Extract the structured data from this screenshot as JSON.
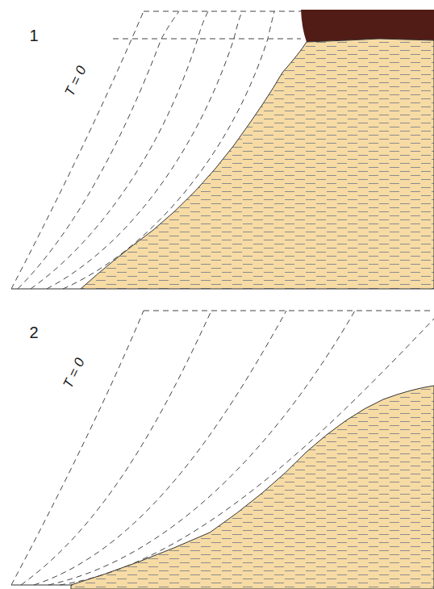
{
  "diagram": {
    "labels": [
      "1",
      "T = 0",
      "2",
      "T = 0"
    ]
  }
}
